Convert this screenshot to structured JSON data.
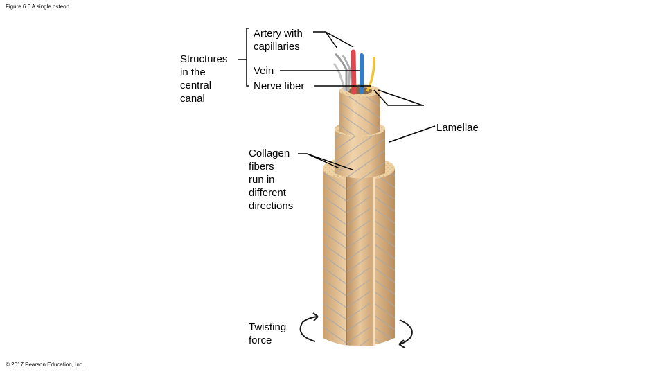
{
  "figure": {
    "caption": "Figure 6.6 A single osteon.",
    "copyright": "© 2017 Pearson Education, Inc."
  },
  "labels": {
    "structures": "Structures\nin the\ncentral\ncanal",
    "artery": "Artery with\ncapillaries",
    "vein": "Vein",
    "nerve": "Nerve fiber",
    "lamellae": "Lamellae",
    "collagen": "Collagen\nfibers\nrun in\ndifferent\ndirections",
    "twisting": "Twisting\nforce"
  },
  "colors": {
    "bone_light": "#f0d3ab",
    "bone_mid": "#dcb383",
    "bone_dark": "#b98e5f",
    "fiber_line": "#9ea3a8",
    "artery": "#e0474c",
    "vein": "#2f7fd0",
    "nerve": "#f1c232",
    "capillary": "#b7b7b7"
  }
}
